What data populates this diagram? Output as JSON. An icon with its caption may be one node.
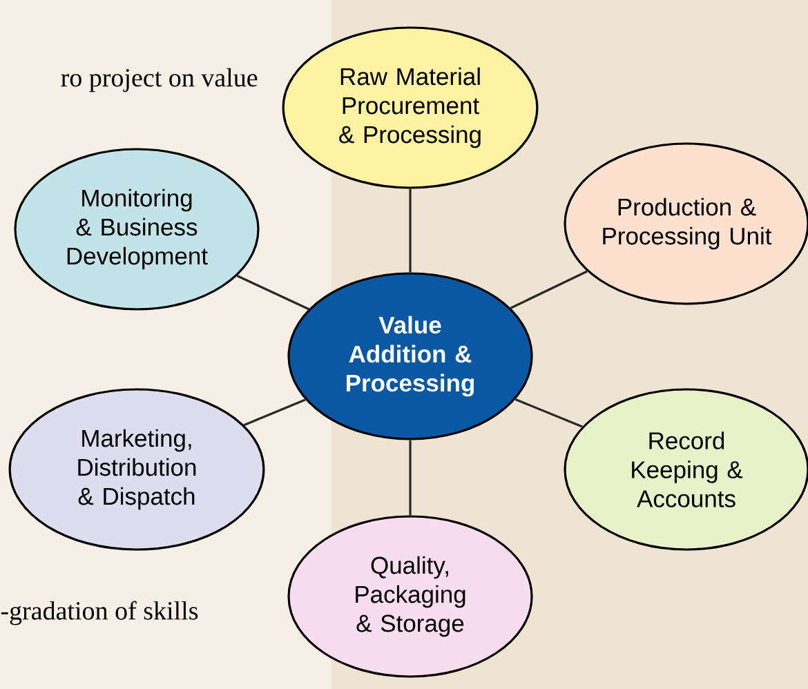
{
  "diagram": {
    "nodes": [
      {
        "text": [
          "Value Addition & Processing"
        ]
      },
      {
        "text": [
          "Raw Material Procurement & Processing"
        ]
      },
      {
        "text": [
          "Production & Processing Unit"
        ]
      },
      {
        "text": [
          "Record Keeping & Accounts"
        ]
      },
      {
        "text": [
          "Quality, Packaging & Storage"
        ]
      },
      {
        "text": [
          "Marketing, Distribution & Dispatch"
        ]
      },
      {
        "text": [
          "Monitoring & Business Development"
        ]
      }
    ],
    "edges": [
      {
        "from": 0,
        "to": 1,
        "arrow": "none"
      },
      {
        "from": 0,
        "to": 2,
        "arrow": "none"
      },
      {
        "from": 0,
        "to": 3,
        "arrow": "none"
      },
      {
        "from": 0,
        "to": 4,
        "arrow": "none"
      },
      {
        "from": 0,
        "to": 5,
        "arrow": "none"
      },
      {
        "from": 0,
        "to": 6,
        "arrow": "none"
      }
    ],
    "labels": [
      "ro project on value",
      "-gradation of skills"
    ]
  }
}
